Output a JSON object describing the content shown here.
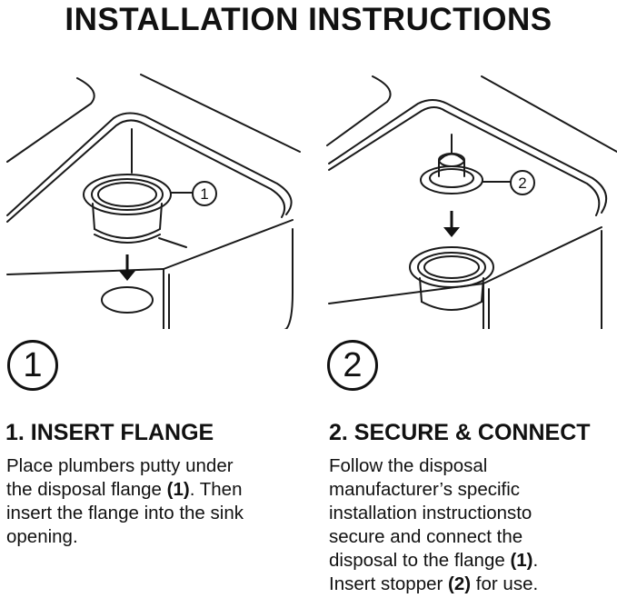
{
  "header": {
    "title": "INSTALLATION INSTRUCTIONS"
  },
  "steps": [
    {
      "number": "1",
      "title": "1. INSERT FLANGE",
      "callout": "1",
      "illustration": [
        "sink-basin",
        "drain-flange",
        "down-arrow",
        "drain-opening"
      ],
      "body": {
        "line1": "Place plumbers putty under",
        "line2_pre": "the disposal flange ",
        "line2_ref": "(1)",
        "line2_post": ". Then",
        "line3": "insert the flange into the sink",
        "line4": "opening."
      }
    },
    {
      "number": "2",
      "title": "2. SECURE & CONNECT",
      "callout": "2",
      "illustration": [
        "sink-basin",
        "stopper",
        "down-arrow",
        "installed-flange"
      ],
      "body": {
        "line1": "Follow the disposal",
        "line2": "manufacturer’s specific",
        "line3": "installation instructionsto",
        "line4": "secure and connect the",
        "line5_pre": "disposal to the flange ",
        "line5_ref": "(1)",
        "line5_post": ".",
        "line6_pre": "Insert stopper ",
        "line6_ref": "(2)",
        "line6_post": " for use."
      }
    }
  ]
}
